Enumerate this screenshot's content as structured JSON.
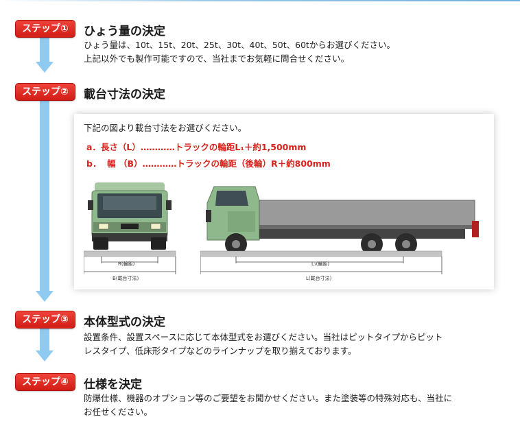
{
  "steps": [
    {
      "badge": "ステップ①",
      "title": "ひょう量の決定",
      "lines": [
        "ひょう量は、10t、15t、20t、25t、30t、40t、50t、60tからお選びください。",
        "上記以外でも製作可能ですので、当社までお気軽に問合せください。"
      ]
    },
    {
      "badge": "ステップ②",
      "title": "載台寸法の決定",
      "panel": {
        "intro": "下記の図より載台寸法をお選びください。",
        "line_a": "a．長さ（L）…………トラックの輪距L₁＋約1,500mm",
        "line_b": "b．  幅 （B）…………トラックの輪距（後輪）R＋約800mm",
        "front_r_label": "R(輪距)",
        "front_b_label": "B(載台寸法)",
        "side_l1_label": "L₁(輪距)",
        "side_l_label": "L(載台寸法)"
      }
    },
    {
      "badge": "ステップ③",
      "title": "本体型式の決定",
      "lines": [
        "設置条件、設置スペースに応じて本体型式をお選びください。当社はピットタイプからピット",
        "レスタイプ、低床形タイプなどのラインナップを取り揃えております。"
      ]
    },
    {
      "badge": "ステップ④",
      "title": "仕様を決定",
      "lines": [
        "防爆仕様、機器のオプション等のご要望をお聞かせください。また塗装等の特殊対応も、当社に",
        "お任せください。"
      ]
    }
  ],
  "colors": {
    "badge": "#e0261e",
    "arrow": "#8fcaf0",
    "accent_text": "#d7231d",
    "truck_cab": "#8fb88c"
  }
}
